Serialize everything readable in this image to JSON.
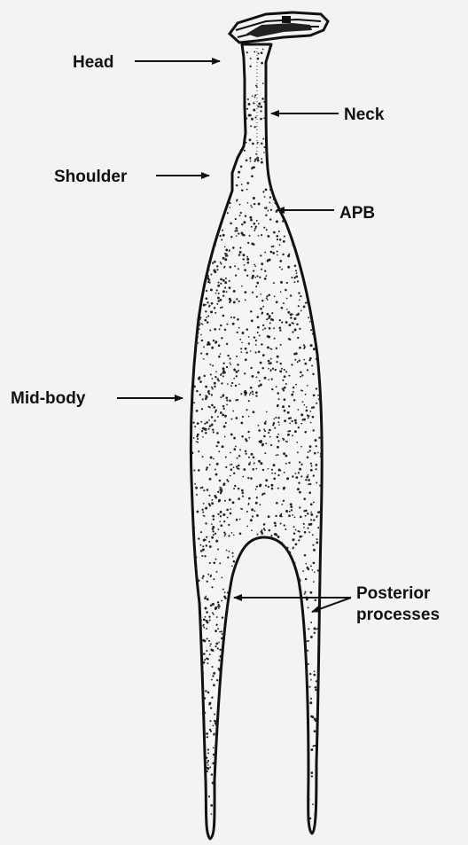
{
  "labels": {
    "head": "Head",
    "neck": "Neck",
    "shoulder": "Shoulder",
    "apb": "APB",
    "mid_body": "Mid-body",
    "posterior_line1": "Posterior",
    "posterior_line2": "processes"
  },
  "colors": {
    "background": "#f3f3f1",
    "ink": "#111111"
  }
}
